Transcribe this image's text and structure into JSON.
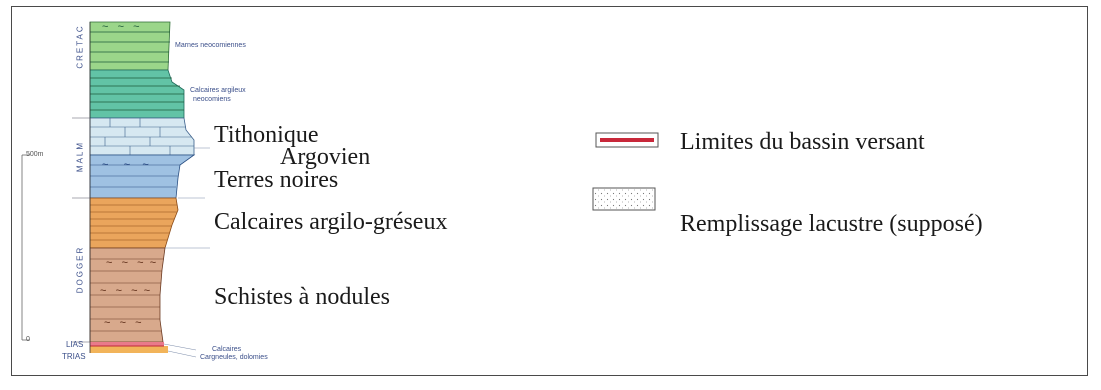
{
  "column": {
    "periods": [
      "CRETAC",
      "MALM",
      "DOGGER"
    ],
    "eras": [
      "LIAS",
      "TRIAS"
    ],
    "scale": {
      "top": "500m",
      "bottom": "0"
    },
    "small_labels": {
      "marnes": "Marnes neocomiennes",
      "calc_argileux_1": "Calcaires argileux",
      "calc_argileux_2": "neocomiens",
      "calcaires": "Calcaires",
      "cargneules": "Cargneules, dolomies"
    },
    "colors": {
      "green": "#8ed17e",
      "teal": "#5fbfa6",
      "light_blue": "#cfe3ee",
      "blue": "#9cbfe0",
      "orange": "#e9a35b",
      "brown": "#d9a98c",
      "red_line": "#d43a3a",
      "ink": "#1d3c78"
    }
  },
  "layers": {
    "tithonique": "Tithonique",
    "argovien": "Argovien",
    "terres_noires": "Terres noires",
    "calcaires_argilo": "Calcaires argilo-gréseux",
    "schistes": "Schistes à nodules"
  },
  "legend": {
    "limits": "Limites du bassin versant",
    "remplissage": "Remplissage lacustre (supposé)",
    "limit_color": "#c8283a"
  }
}
